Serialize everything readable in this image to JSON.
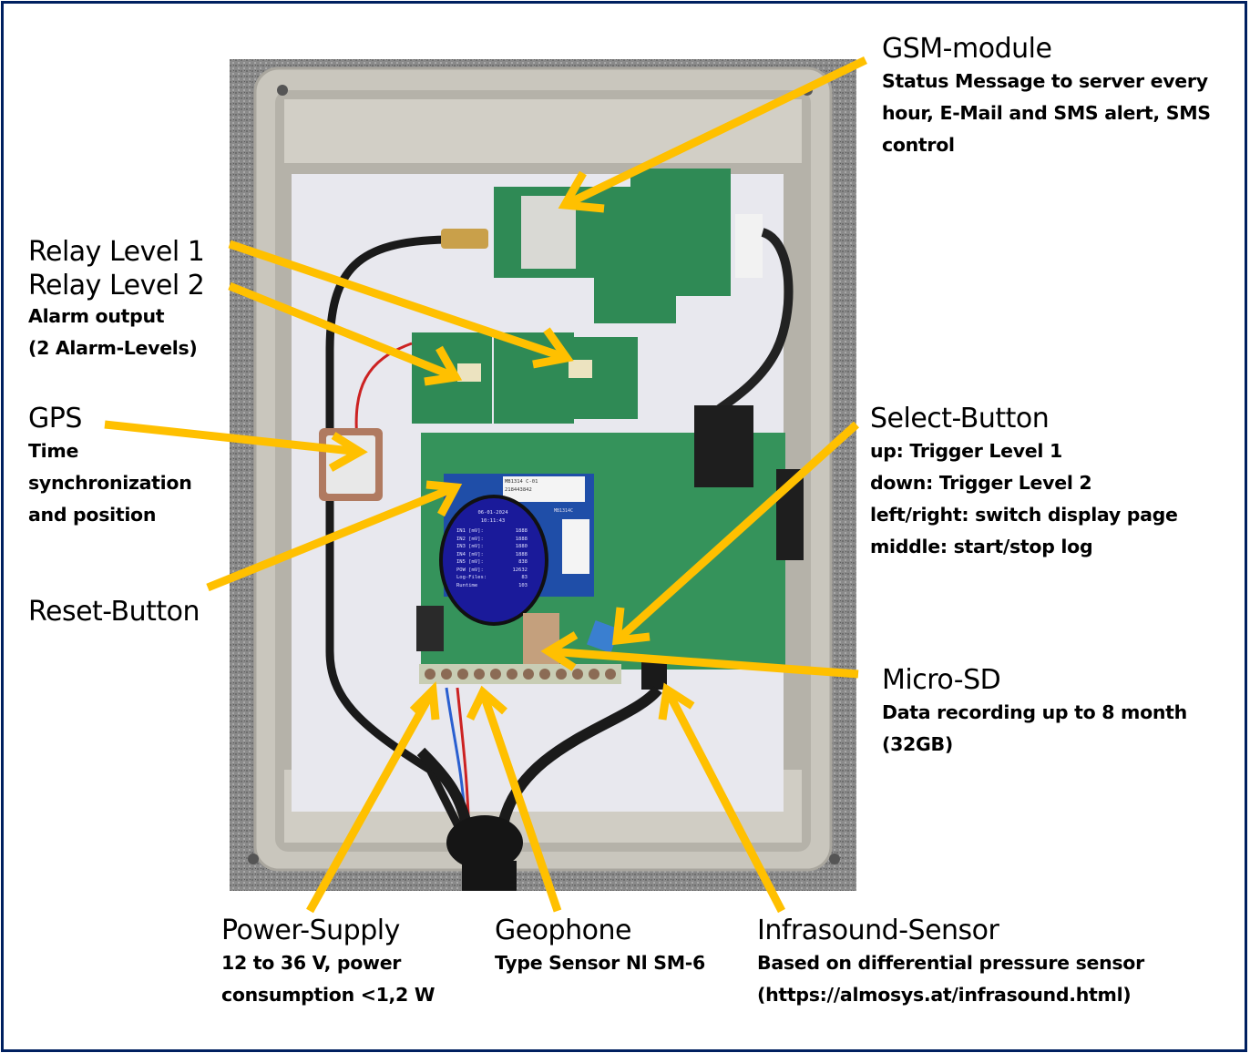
{
  "colors": {
    "border": "#002060",
    "arrow": "#FFC000",
    "text": "#000000",
    "display_bg": "#1a1a9a"
  },
  "annotations": {
    "gsm": {
      "title": "GSM-module",
      "lines": [
        "Status Message to server every",
        "hour, E-Mail and SMS alert, SMS",
        "control"
      ]
    },
    "relay": {
      "title1": "Relay Level 1",
      "title2": "Relay Level 2",
      "lines": [
        "Alarm output",
        "(2 Alarm-Levels)"
      ]
    },
    "gps": {
      "title": "GPS",
      "lines": [
        "Time",
        "synchronization",
        "and position"
      ]
    },
    "reset": {
      "title": "Reset-Button"
    },
    "select": {
      "title": "Select-Button",
      "lines": [
        "up: Trigger Level 1",
        "down: Trigger Level 2",
        "left/right: switch display page",
        "middle: start/stop log"
      ]
    },
    "microsd": {
      "title": "Micro-SD",
      "lines": [
        "Data recording up to 8 month",
        "(32GB)"
      ]
    },
    "power": {
      "title": "Power-Supply",
      "lines": [
        "12 to 36 V, power",
        "consumption <1,2 W"
      ]
    },
    "geophone": {
      "title": "Geophone",
      "lines": [
        "Type Sensor Nl SM-6"
      ]
    },
    "infrasound": {
      "title": "Infrasound-Sensor",
      "lines": [
        "Based on differential pressure sensor",
        "(https://almosys.at/infrasound.html)"
      ]
    }
  },
  "display": {
    "date": "06-01-2024",
    "time": "10:11:43",
    "rows": [
      {
        "k": "IN1 [mV]:",
        "v": "1888"
      },
      {
        "k": "IN2 [mV]:",
        "v": "1888"
      },
      {
        "k": "IN3 [mV]:",
        "v": "1880"
      },
      {
        "k": "IN4 [mV]:",
        "v": "1888"
      },
      {
        "k": "IN5 [mV]:",
        "v": "838"
      },
      {
        "k": "POW [mV]:",
        "v": "12632"
      },
      {
        "k": "Log-Files:",
        "v": "83"
      },
      {
        "k": "Runtime",
        "v": "103"
      }
    ],
    "board_label1": "MB1314 C-01",
    "board_label2": "218443842",
    "board_label3": "MB1314C"
  }
}
